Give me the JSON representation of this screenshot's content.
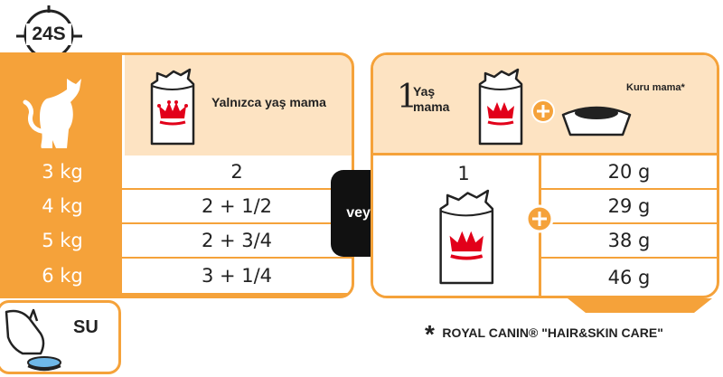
{
  "badge": {
    "label": "24S"
  },
  "left_panel": {
    "header_label": "Yalnızca yaş mama",
    "rows": [
      {
        "weight": "3 kg",
        "value": "2"
      },
      {
        "weight": "4 kg",
        "value": "2 + 1/2"
      },
      {
        "weight": "5 kg",
        "value": "2 + 3/4"
      },
      {
        "weight": "6 kg",
        "value": "3 + 1/4"
      }
    ]
  },
  "veya_label": "veya",
  "right_panel": {
    "header_count": "1",
    "header_wet_label": "Yaş mama",
    "header_dry_label": "Kuru mama*",
    "pouch_count": "1",
    "dry_values": [
      "20 g",
      "29 g",
      "38 g",
      "46 g"
    ]
  },
  "water": {
    "label": "SU"
  },
  "footnote": {
    "star": "*",
    "text": "ROYAL CANIN® \"HAIR&SKIN CARE\""
  },
  "colors": {
    "accent_orange": "#f5a23a",
    "peach": "#fde3c2",
    "brand_red": "#e2001a",
    "badge_black": "#111111"
  },
  "icons": [
    "cat-silhouette-icon",
    "wet-pouch-icon",
    "plus-icon",
    "dry-bowl-icon",
    "water-drink-icon",
    "crown-logo-icon"
  ]
}
